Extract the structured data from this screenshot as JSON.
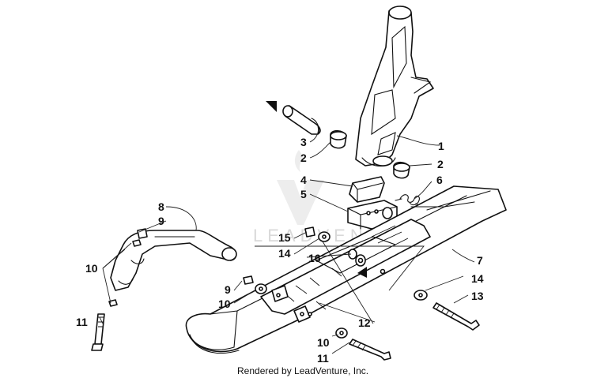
{
  "watermark": {
    "text": "LEADVENTURE"
  },
  "footer": {
    "text": "Rendered by LeadVenture, Inc."
  },
  "callouts": [
    {
      "id": "c1",
      "label": "1"
    },
    {
      "id": "c2a",
      "label": "2"
    },
    {
      "id": "c2b",
      "label": "2"
    },
    {
      "id": "c3",
      "label": "3"
    },
    {
      "id": "c4",
      "label": "4"
    },
    {
      "id": "c5",
      "label": "5"
    },
    {
      "id": "c6",
      "label": "6"
    },
    {
      "id": "c7",
      "label": "7"
    },
    {
      "id": "c8",
      "label": "8"
    },
    {
      "id": "c9a",
      "label": "9"
    },
    {
      "id": "c9b",
      "label": "9"
    },
    {
      "id": "c10a",
      "label": "10"
    },
    {
      "id": "c10b",
      "label": "10"
    },
    {
      "id": "c10c",
      "label": "10"
    },
    {
      "id": "c11a",
      "label": "11"
    },
    {
      "id": "c11b",
      "label": "11"
    },
    {
      "id": "c12",
      "label": "12"
    },
    {
      "id": "c13",
      "label": "13"
    },
    {
      "id": "c14a",
      "label": "14"
    },
    {
      "id": "c14b",
      "label": "14"
    },
    {
      "id": "c15",
      "label": "15"
    },
    {
      "id": "c16",
      "label": "16"
    }
  ]
}
